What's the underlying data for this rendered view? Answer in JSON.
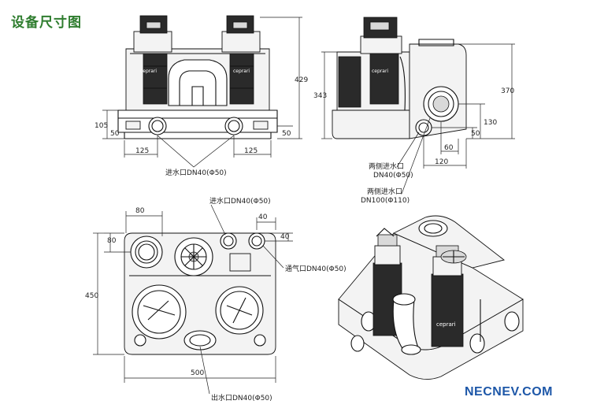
{
  "title": "设备尺寸图",
  "front_view": {
    "dims": [
      "429",
      "105",
      "50",
      "125",
      "125",
      "50"
    ],
    "inlet_label": "进水口DN40(Φ50)"
  },
  "side_view": {
    "dims": [
      "343",
      "370",
      "130",
      "50",
      "60",
      "120"
    ],
    "side_inlet_1": "两侧进水口",
    "side_inlet_1b": "DN40(Φ50)",
    "side_inlet_2": "两侧进水口",
    "side_inlet_2b": "DN100(Φ110)"
  },
  "top_view": {
    "dims": [
      "80",
      "80",
      "450",
      "40",
      "40",
      "500"
    ],
    "inlet_label": "进水口DN40(Φ50)",
    "vent_label": "通气口DN40(Φ50)",
    "outlet_label": "出水口DN40(Φ50)"
  },
  "brand_text": "ceprari",
  "watermark": "NECNEV.COM",
  "colors": {
    "title": "#2f7d2f",
    "watermark": "#1d57a8",
    "lines": "#111111"
  }
}
